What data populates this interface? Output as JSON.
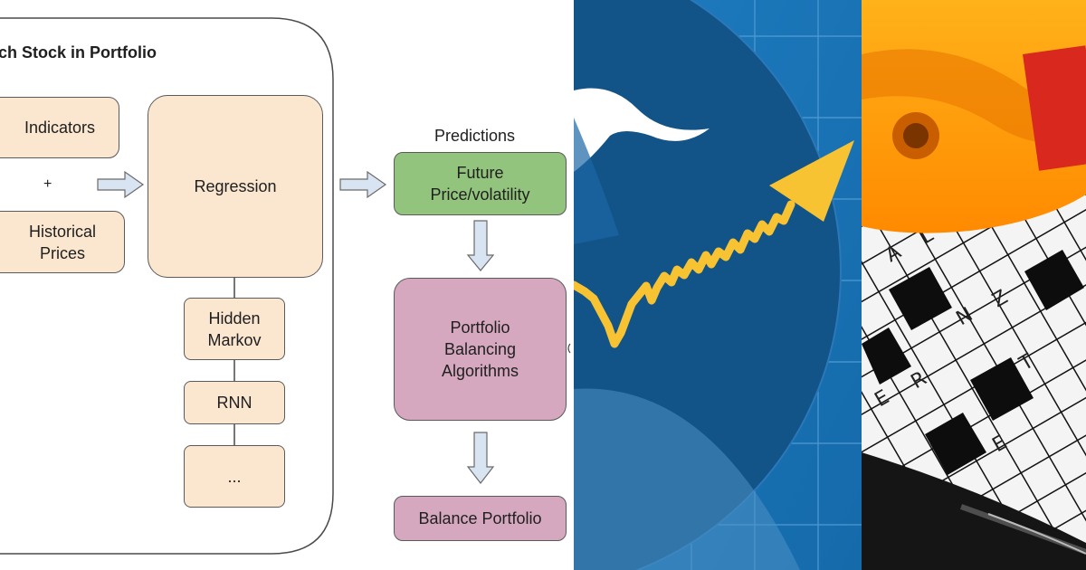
{
  "diagram": {
    "title": "ch Stock in Portfolio",
    "inputs": {
      "indicators": "Indicators",
      "plus": "+",
      "historical_prices_line1": "Historical",
      "historical_prices_line2": "Prices"
    },
    "regression": "Regression",
    "models": {
      "hidden_markov_line1": "Hidden",
      "hidden_markov_line2": "Markov",
      "rnn": "RNN",
      "more": "..."
    },
    "predictions_label": "Predictions",
    "future_line1": "Future",
    "future_line2": "Price/volatility",
    "portfolio_line1": "Portfolio",
    "portfolio_line2": "Balancing",
    "portfolio_line3": "Algorithms",
    "balance_portfolio": "Balance Portfolio"
  },
  "colors": {
    "tan_box": "#fbe6d0",
    "green_box": "#92c47d",
    "pink_box": "#d6a8bf",
    "arrow_fill": "#d9e4f3",
    "chart_background": "#1b72b5",
    "trend_line": "#f7c332"
  },
  "images": {
    "stock_chart": "stock-trend-chart-image",
    "crossword": "crossword-puzzle-photo"
  }
}
